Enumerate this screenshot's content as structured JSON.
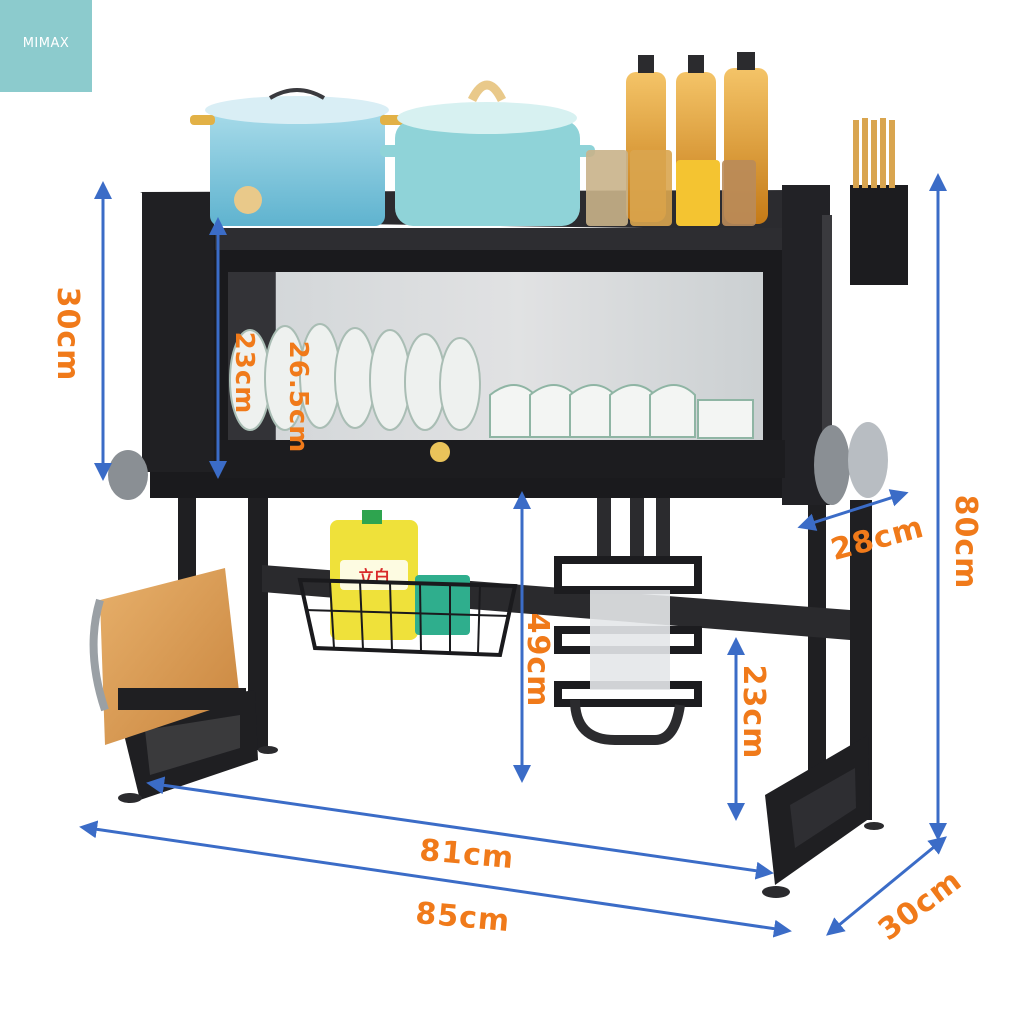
{
  "brand": {
    "text": "MIMAX",
    "color": "#8ccbcd"
  },
  "colors": {
    "dimension_label": "#f07a1a",
    "dimension_line": "#3b6cc7",
    "rack": "#1f1f22"
  },
  "dimensions": {
    "top_height": "30cm",
    "plate_tall": "26.5cm",
    "plate_short": "23cm",
    "cabinet_depth": "28cm",
    "overall_height": "80cm",
    "clearance_height": "49cm",
    "leg_height": "23cm",
    "inner_width": "81cm",
    "outer_width": "85cm",
    "base_depth": "30cm"
  },
  "product": {
    "bottle_label": "立白"
  }
}
